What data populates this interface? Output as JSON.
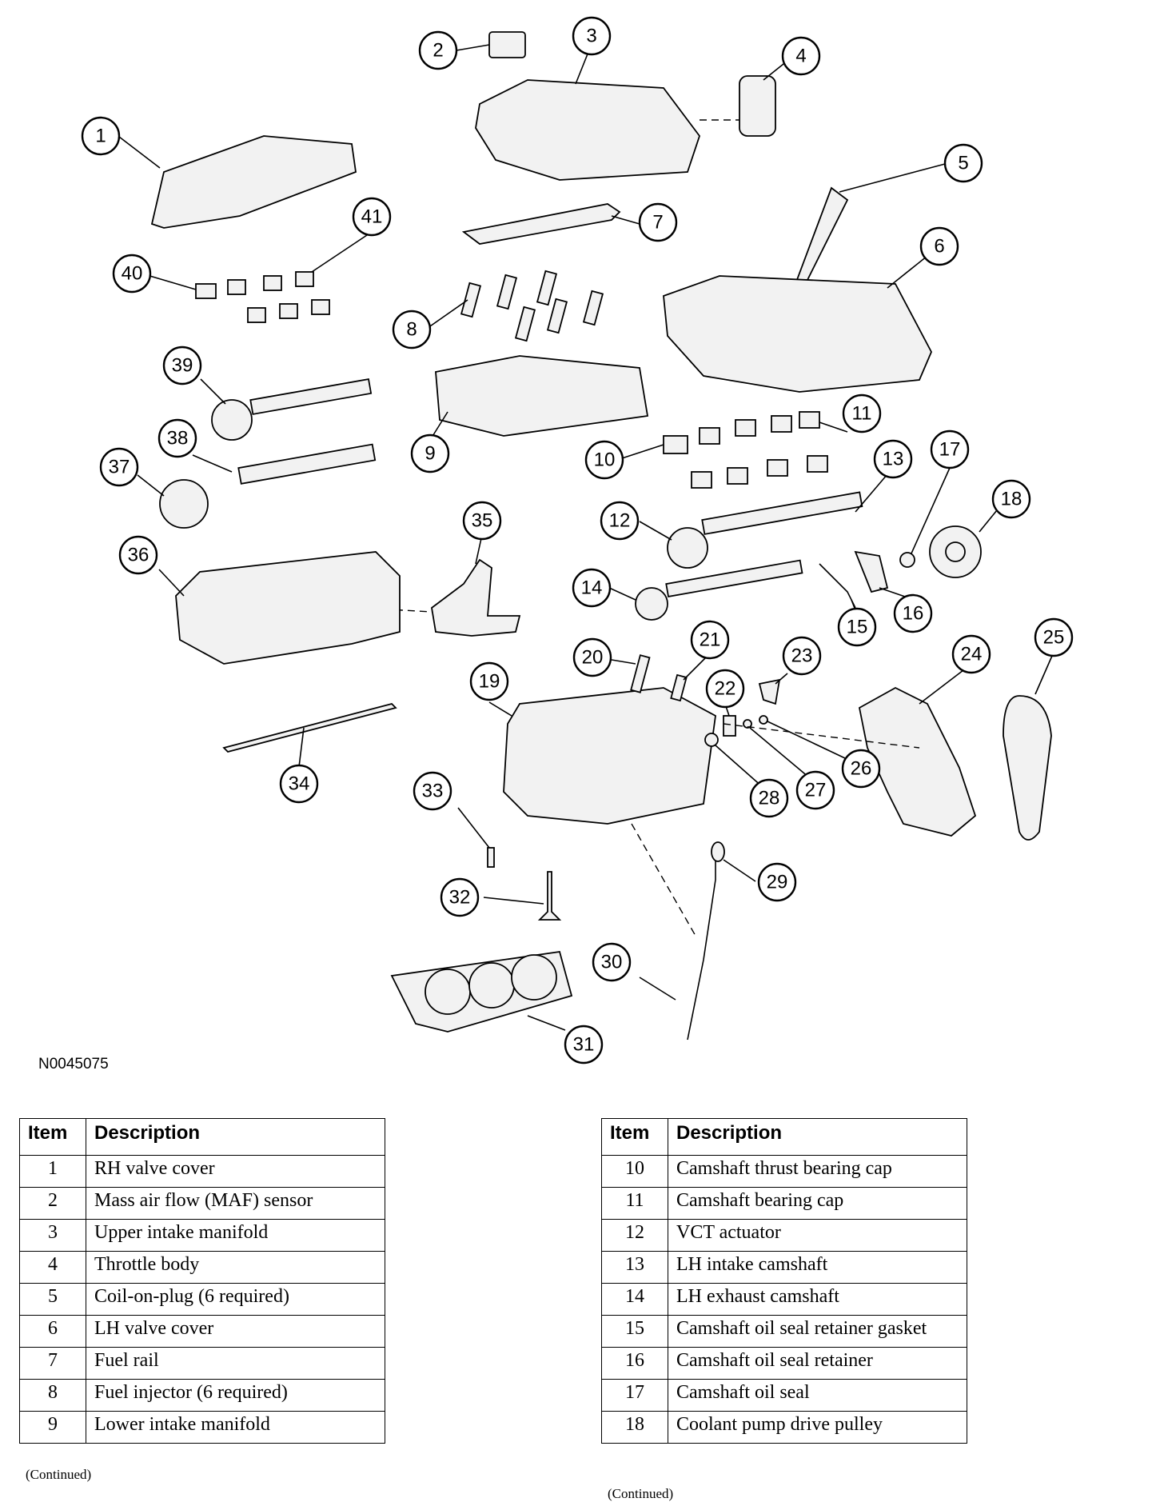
{
  "figure_id": "N0045075",
  "continued_label": "(Continued)",
  "table_headers": {
    "item": "Item",
    "description": "Description"
  },
  "table_left": [
    {
      "item": "1",
      "description": "RH valve cover"
    },
    {
      "item": "2",
      "description": "Mass air flow (MAF) sensor"
    },
    {
      "item": "3",
      "description": "Upper intake manifold"
    },
    {
      "item": "4",
      "description": "Throttle body"
    },
    {
      "item": "5",
      "description": "Coil-on-plug (6 required)"
    },
    {
      "item": "6",
      "description": "LH valve cover"
    },
    {
      "item": "7",
      "description": "Fuel rail"
    },
    {
      "item": "8",
      "description": "Fuel injector (6 required)"
    },
    {
      "item": "9",
      "description": "Lower intake manifold"
    }
  ],
  "table_right": [
    {
      "item": "10",
      "description": "Camshaft thrust bearing cap"
    },
    {
      "item": "11",
      "description": "Camshaft bearing cap"
    },
    {
      "item": "12",
      "description": "VCT actuator"
    },
    {
      "item": "13",
      "description": "LH intake camshaft"
    },
    {
      "item": "14",
      "description": "LH exhaust camshaft"
    },
    {
      "item": "15",
      "description": "Camshaft oil seal retainer gasket"
    },
    {
      "item": "16",
      "description": "Camshaft oil seal retainer"
    },
    {
      "item": "17",
      "description": "Camshaft oil seal"
    },
    {
      "item": "18",
      "description": "Coolant pump drive pulley"
    }
  ],
  "callouts": [
    "1",
    "2",
    "3",
    "4",
    "5",
    "6",
    "7",
    "8",
    "9",
    "10",
    "11",
    "12",
    "13",
    "14",
    "15",
    "16",
    "17",
    "18",
    "19",
    "20",
    "21",
    "22",
    "23",
    "24",
    "25",
    "26",
    "27",
    "28",
    "29",
    "30",
    "31",
    "32",
    "33",
    "34",
    "35",
    "36",
    "37",
    "38",
    "39",
    "40",
    "41"
  ]
}
